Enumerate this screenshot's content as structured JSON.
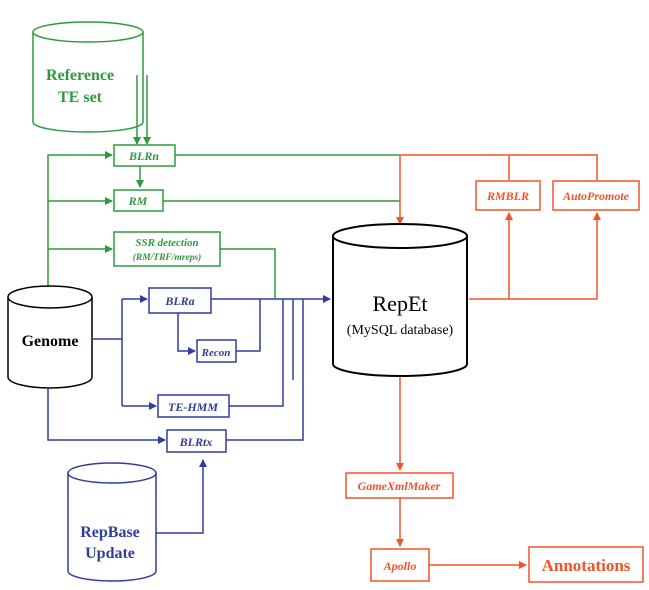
{
  "colors": {
    "green": "#2e9a3e",
    "blue": "#2e3d9e",
    "red": "#f0542a",
    "black": "#000000",
    "background": "#ffffff"
  },
  "databases": {
    "reference": {
      "line1": "Reference",
      "line2": "TE set"
    },
    "genome": {
      "label": "Genome"
    },
    "repet": {
      "title": "RepEt",
      "subtitle": "(MySQL database)"
    },
    "repbase": {
      "line1": "RepBase",
      "line2": "Update"
    }
  },
  "green_boxes": {
    "blrn": "BLRn",
    "rm": "RM",
    "ssr": {
      "line1": "SSR detection",
      "line2": "(RM/TRF/mreps)"
    }
  },
  "blue_boxes": {
    "blra": "BLRa",
    "recon": "Recon",
    "tehmm": "TE-HMM",
    "blrtx": "BLRtx"
  },
  "red_boxes": {
    "rmblr": "RMBLR",
    "autopromote": "AutoPromote",
    "gamexmlmaker": "GameXmlMaker",
    "apollo": "Apollo",
    "annotations": "Annotations"
  }
}
